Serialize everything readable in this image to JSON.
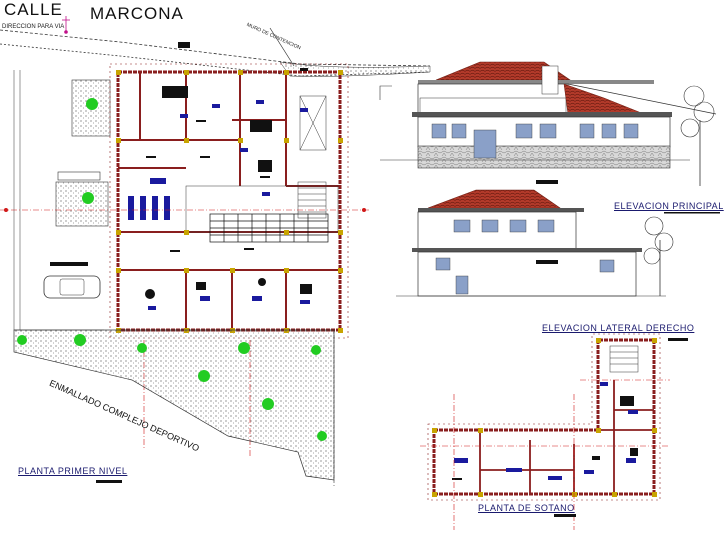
{
  "street": {
    "left": "CALLE",
    "right": "MARCONA"
  },
  "notes": {
    "direction": "DIRECCION PARA VIA",
    "wall": "MURO DE CONTENCION"
  },
  "fence_text": "ENMALLADO COMPLEJO DEPORTIVO",
  "titles": {
    "first_floor": "PLANTA PRIMER NIVEL",
    "basement": "PLANTA DE SOTANO",
    "main_elevation": "ELEVACION PRINCIPAL",
    "right_elevation": "ELEVACION LATERAL DERECHO"
  },
  "colors": {
    "wall": "#8a1e1e",
    "column": "#c8a400",
    "axis": "#d01818",
    "furniture": "#1a1a9e",
    "tree": "#22cc22",
    "hatch": "#6a6a6a",
    "roof": "#b33a2a"
  }
}
